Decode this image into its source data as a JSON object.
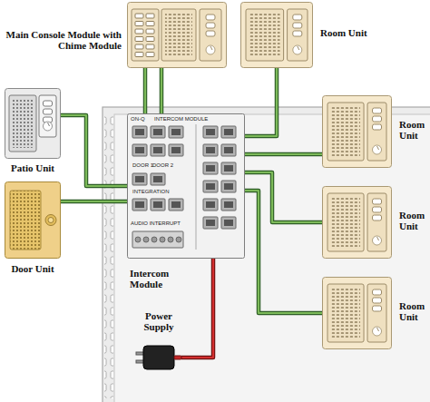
{
  "diagram": {
    "nodes": [
      {
        "text": [
          "Main Console Module with Chime Module"
        ]
      },
      {
        "text": [
          "Room Unit"
        ]
      },
      {
        "text": [
          "Patio Unit"
        ]
      },
      {
        "text": [
          "Room Unit"
        ]
      },
      {
        "text": [
          "Door Unit"
        ]
      },
      {
        "text": [
          "Room Unit"
        ]
      },
      {
        "text": [
          "Room Unit"
        ]
      },
      {
        "text": [
          "Intercom Module"
        ]
      },
      {
        "text": [
          "Power Supply"
        ]
      }
    ],
    "edges": [
      {
        "from": 7,
        "to": 0,
        "arrow": "none"
      },
      {
        "from": 7,
        "to": 0,
        "arrow": "none"
      },
      {
        "from": 7,
        "to": 1,
        "arrow": "none"
      },
      {
        "from": 7,
        "to": 2,
        "arrow": "none"
      },
      {
        "from": 7,
        "to": 3,
        "arrow": "none"
      },
      {
        "from": 7,
        "to": 4,
        "arrow": "none"
      },
      {
        "from": 7,
        "to": 5,
        "arrow": "none"
      },
      {
        "from": 7,
        "to": 6,
        "arrow": "none"
      },
      {
        "from": 7,
        "to": 8,
        "arrow": "none"
      }
    ],
    "labels": [
      "ON-Q",
      "INTERCOM MODULE",
      "DOOR 1",
      "DOOR 2",
      "INTEGRATION",
      "AUDIO INTERRUPT"
    ]
  }
}
